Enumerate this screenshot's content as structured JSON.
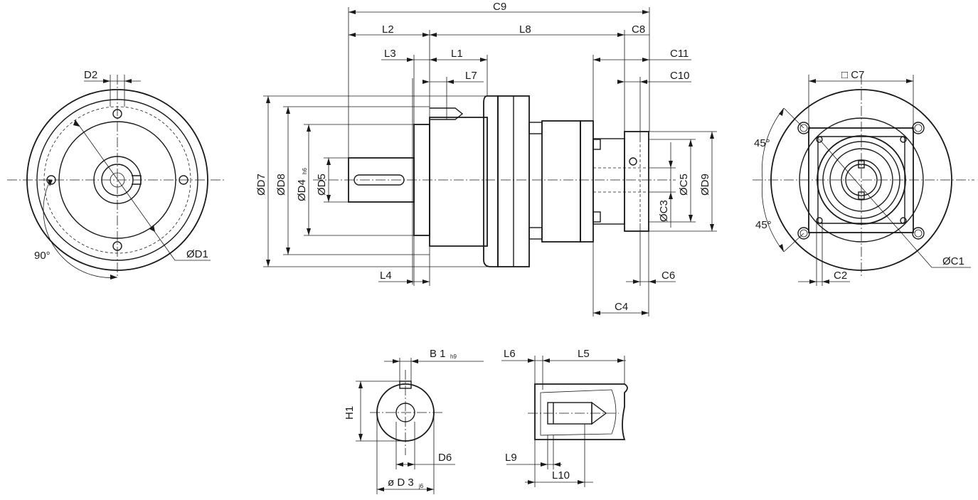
{
  "front_view": {
    "labels": {
      "d2": "D2",
      "d1": "ØD1",
      "angle": "90°"
    }
  },
  "side_view": {
    "labels": {
      "c9": "C9",
      "l2": "L2",
      "l8": "L8",
      "c8": "C8",
      "l3": "L3",
      "l1": "L1",
      "c11": "C11",
      "l7": "L7",
      "c10": "C10",
      "d7": "ØD7",
      "d8": "ØD8",
      "d4": "ØD4",
      "d4_sub": "h6",
      "d5": "ØD5",
      "c3": "ØC3",
      "c5": "ØC5",
      "d9": "ØD9",
      "l4": "L4",
      "c6": "C6",
      "c4": "C4"
    }
  },
  "rear_view": {
    "labels": {
      "c7": "□ C7",
      "angle_top": "45°",
      "angle_bottom": "45°",
      "c2": "C2",
      "c1": "ØC1"
    }
  },
  "shaft_section": {
    "labels": {
      "b1": "B 1",
      "b1_sub": "h9",
      "h1": "H1",
      "d6": "D6",
      "d3": "ø D 3",
      "d3_sub": "j6"
    }
  },
  "shaft_side": {
    "labels": {
      "l6": "L6",
      "l5": "L5",
      "l9": "L9",
      "l10": "L10"
    }
  }
}
